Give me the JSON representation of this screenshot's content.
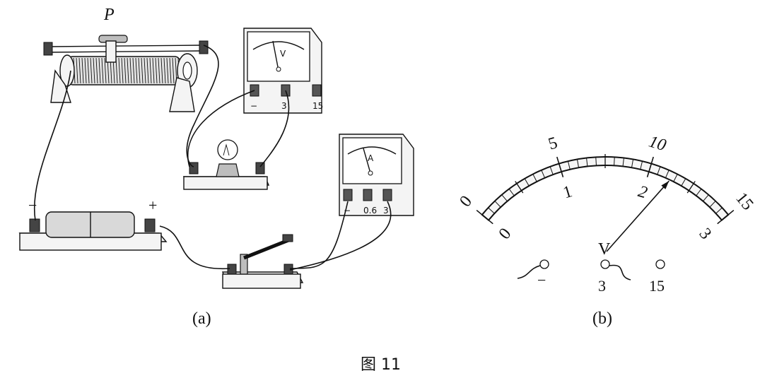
{
  "panel_a": {
    "slider_label": "P",
    "battery_minus": "−",
    "battery_plus": "+",
    "voltmeter": {
      "dial_letter": "V",
      "terminals": [
        "−",
        "3",
        "15"
      ]
    },
    "ammeter": {
      "dial_letter": "A",
      "terminals": [
        "−",
        "0.6",
        "3"
      ]
    },
    "caption": "(a)"
  },
  "panel_b": {
    "outer_scale": [
      "0",
      "5",
      "10",
      "15"
    ],
    "inner_scale": [
      "0",
      "1",
      "2",
      "3"
    ],
    "meter_letter": "V",
    "terminals": [
      "−",
      "3",
      "15"
    ],
    "reading_major_divisions": 2.25,
    "connected_terminal": "3",
    "caption": "(b)"
  },
  "figure_caption": "图 11"
}
